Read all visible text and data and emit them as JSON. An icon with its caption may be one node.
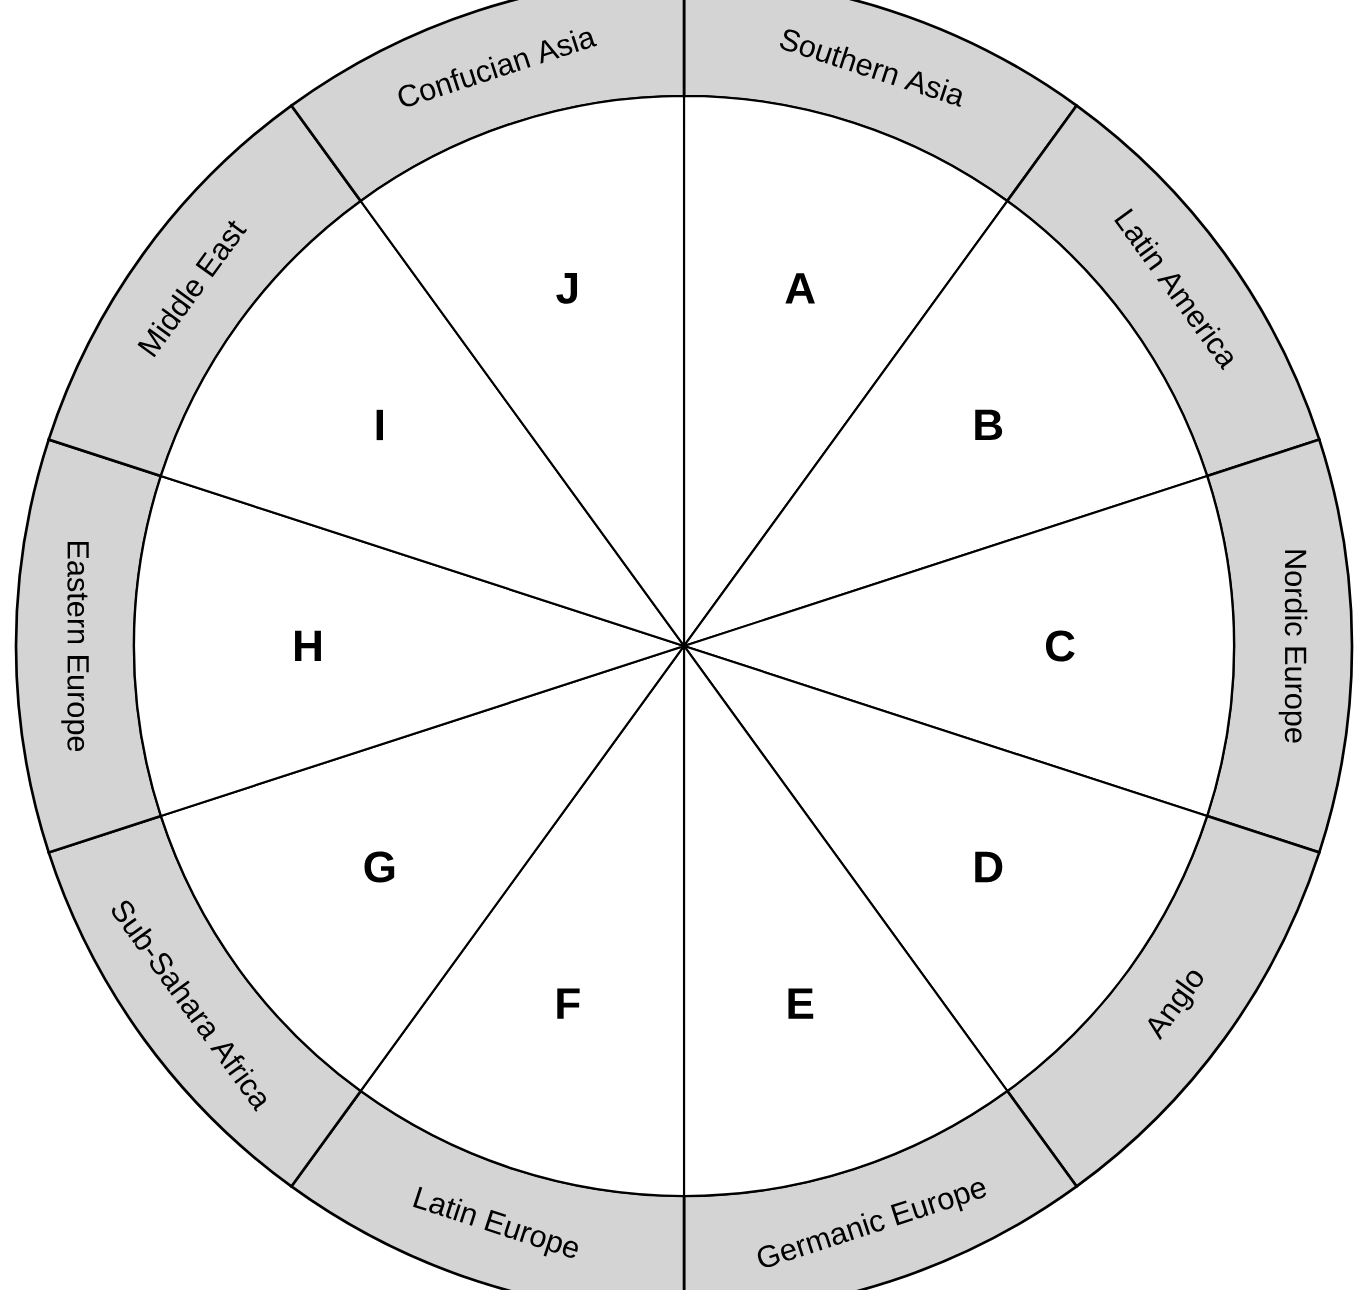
{
  "diagram": {
    "nodes": [
      {
        "text": [
          "Southern Asia"
        ]
      },
      {
        "text": [
          "Latin America"
        ]
      },
      {
        "text": [
          "Nordic Europe"
        ]
      },
      {
        "text": [
          "Anglo"
        ]
      },
      {
        "text": [
          "Germanic Europe"
        ]
      },
      {
        "text": [
          "Latin Europe"
        ]
      },
      {
        "text": [
          "Sub-Sahara Africa"
        ]
      },
      {
        "text": [
          "Eastern Europe"
        ]
      },
      {
        "text": [
          "Middle East"
        ]
      },
      {
        "text": [
          "Confucian Asia"
        ]
      },
      {
        "text": [
          "A"
        ]
      },
      {
        "text": [
          "B"
        ]
      },
      {
        "text": [
          "C"
        ]
      },
      {
        "text": [
          "D"
        ]
      },
      {
        "text": [
          "E"
        ]
      },
      {
        "text": [
          "F"
        ]
      },
      {
        "text": [
          "G"
        ]
      },
      {
        "text": [
          "H"
        ]
      },
      {
        "text": [
          "I"
        ]
      },
      {
        "text": [
          "J"
        ]
      }
    ]
  }
}
